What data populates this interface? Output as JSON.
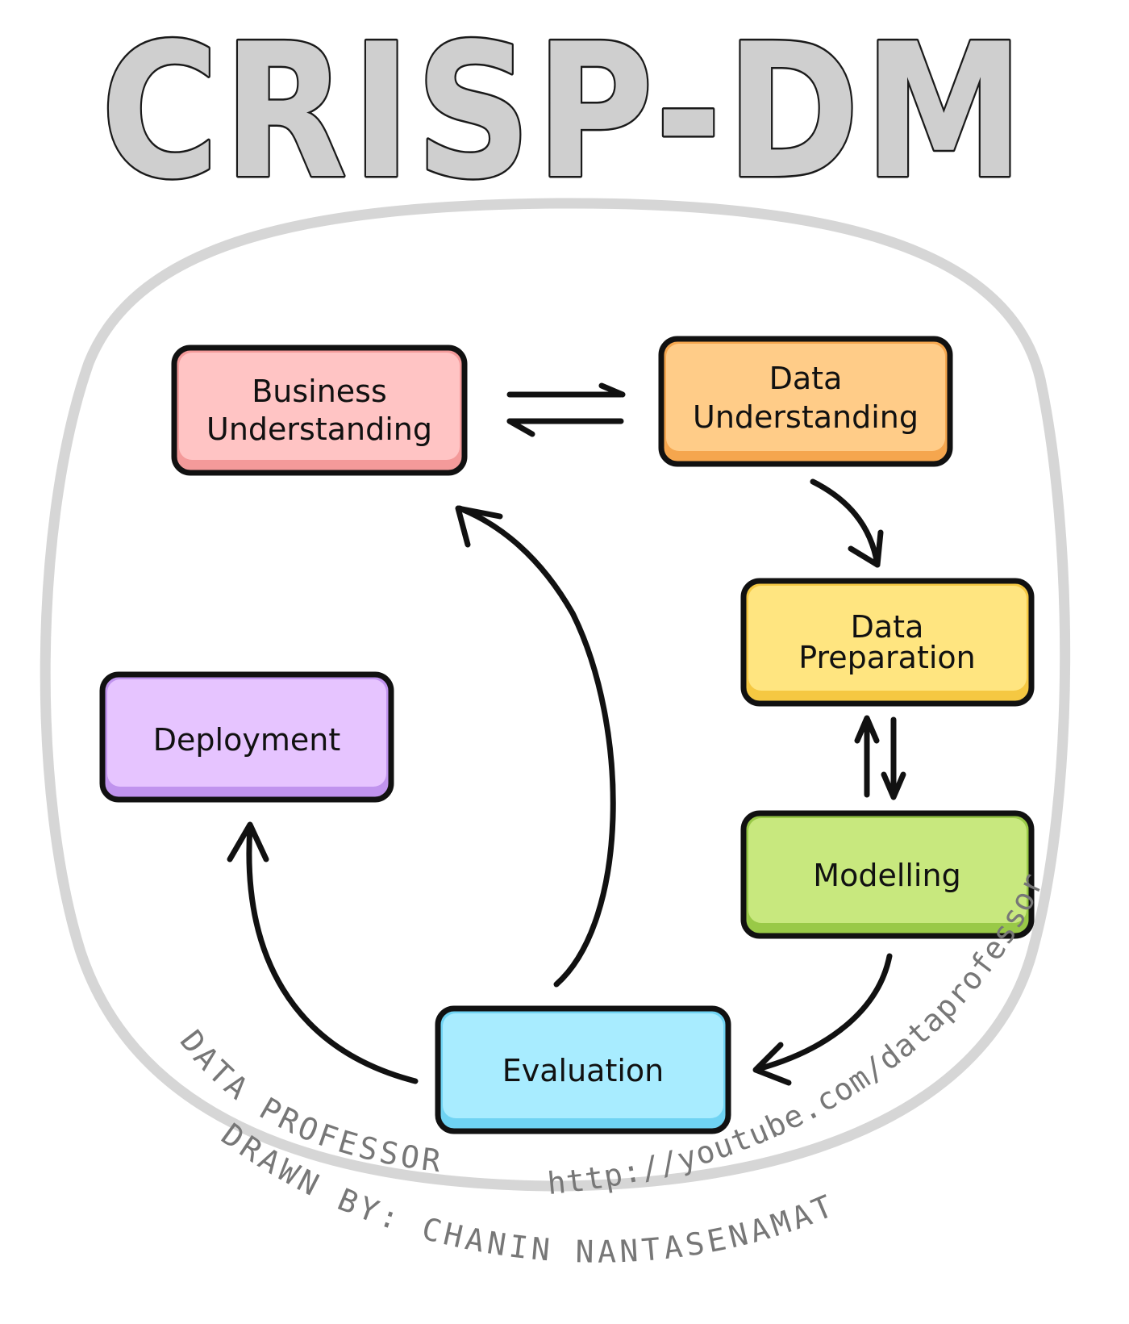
{
  "title": "CRISP-DM",
  "colors": {
    "title_fill": "#cfcfcf",
    "ring": "#d6d6d6",
    "ink": "#111111",
    "credit_text": "#777777"
  },
  "nodes": {
    "business_understanding": {
      "lines": [
        "Business",
        "Understanding"
      ],
      "fill": "#ffc4c4",
      "shade": "#f49a9a"
    },
    "data_understanding": {
      "lines": [
        "Data",
        "Understanding"
      ],
      "fill": "#ffcc88",
      "shade": "#f5a64e"
    },
    "data_preparation": {
      "lines": [
        "Data",
        "Preparation"
      ],
      "fill": "#ffe580",
      "shade": "#f5c842"
    },
    "modelling": {
      "lines": [
        "Modelling"
      ],
      "fill": "#c8e87e",
      "shade": "#99c947"
    },
    "evaluation": {
      "lines": [
        "Evaluation"
      ],
      "fill": "#a8ecff",
      "shade": "#6fd3f3"
    },
    "deployment": {
      "lines": [
        "Deployment"
      ],
      "fill": "#e6c4ff",
      "shade": "#c093ee"
    }
  },
  "credits": {
    "brand": "DATA PROFESSOR",
    "url": "http://youtube.com/dataprofessor",
    "author": "DRAWN BY: CHANIN NANTASENAMAT"
  }
}
